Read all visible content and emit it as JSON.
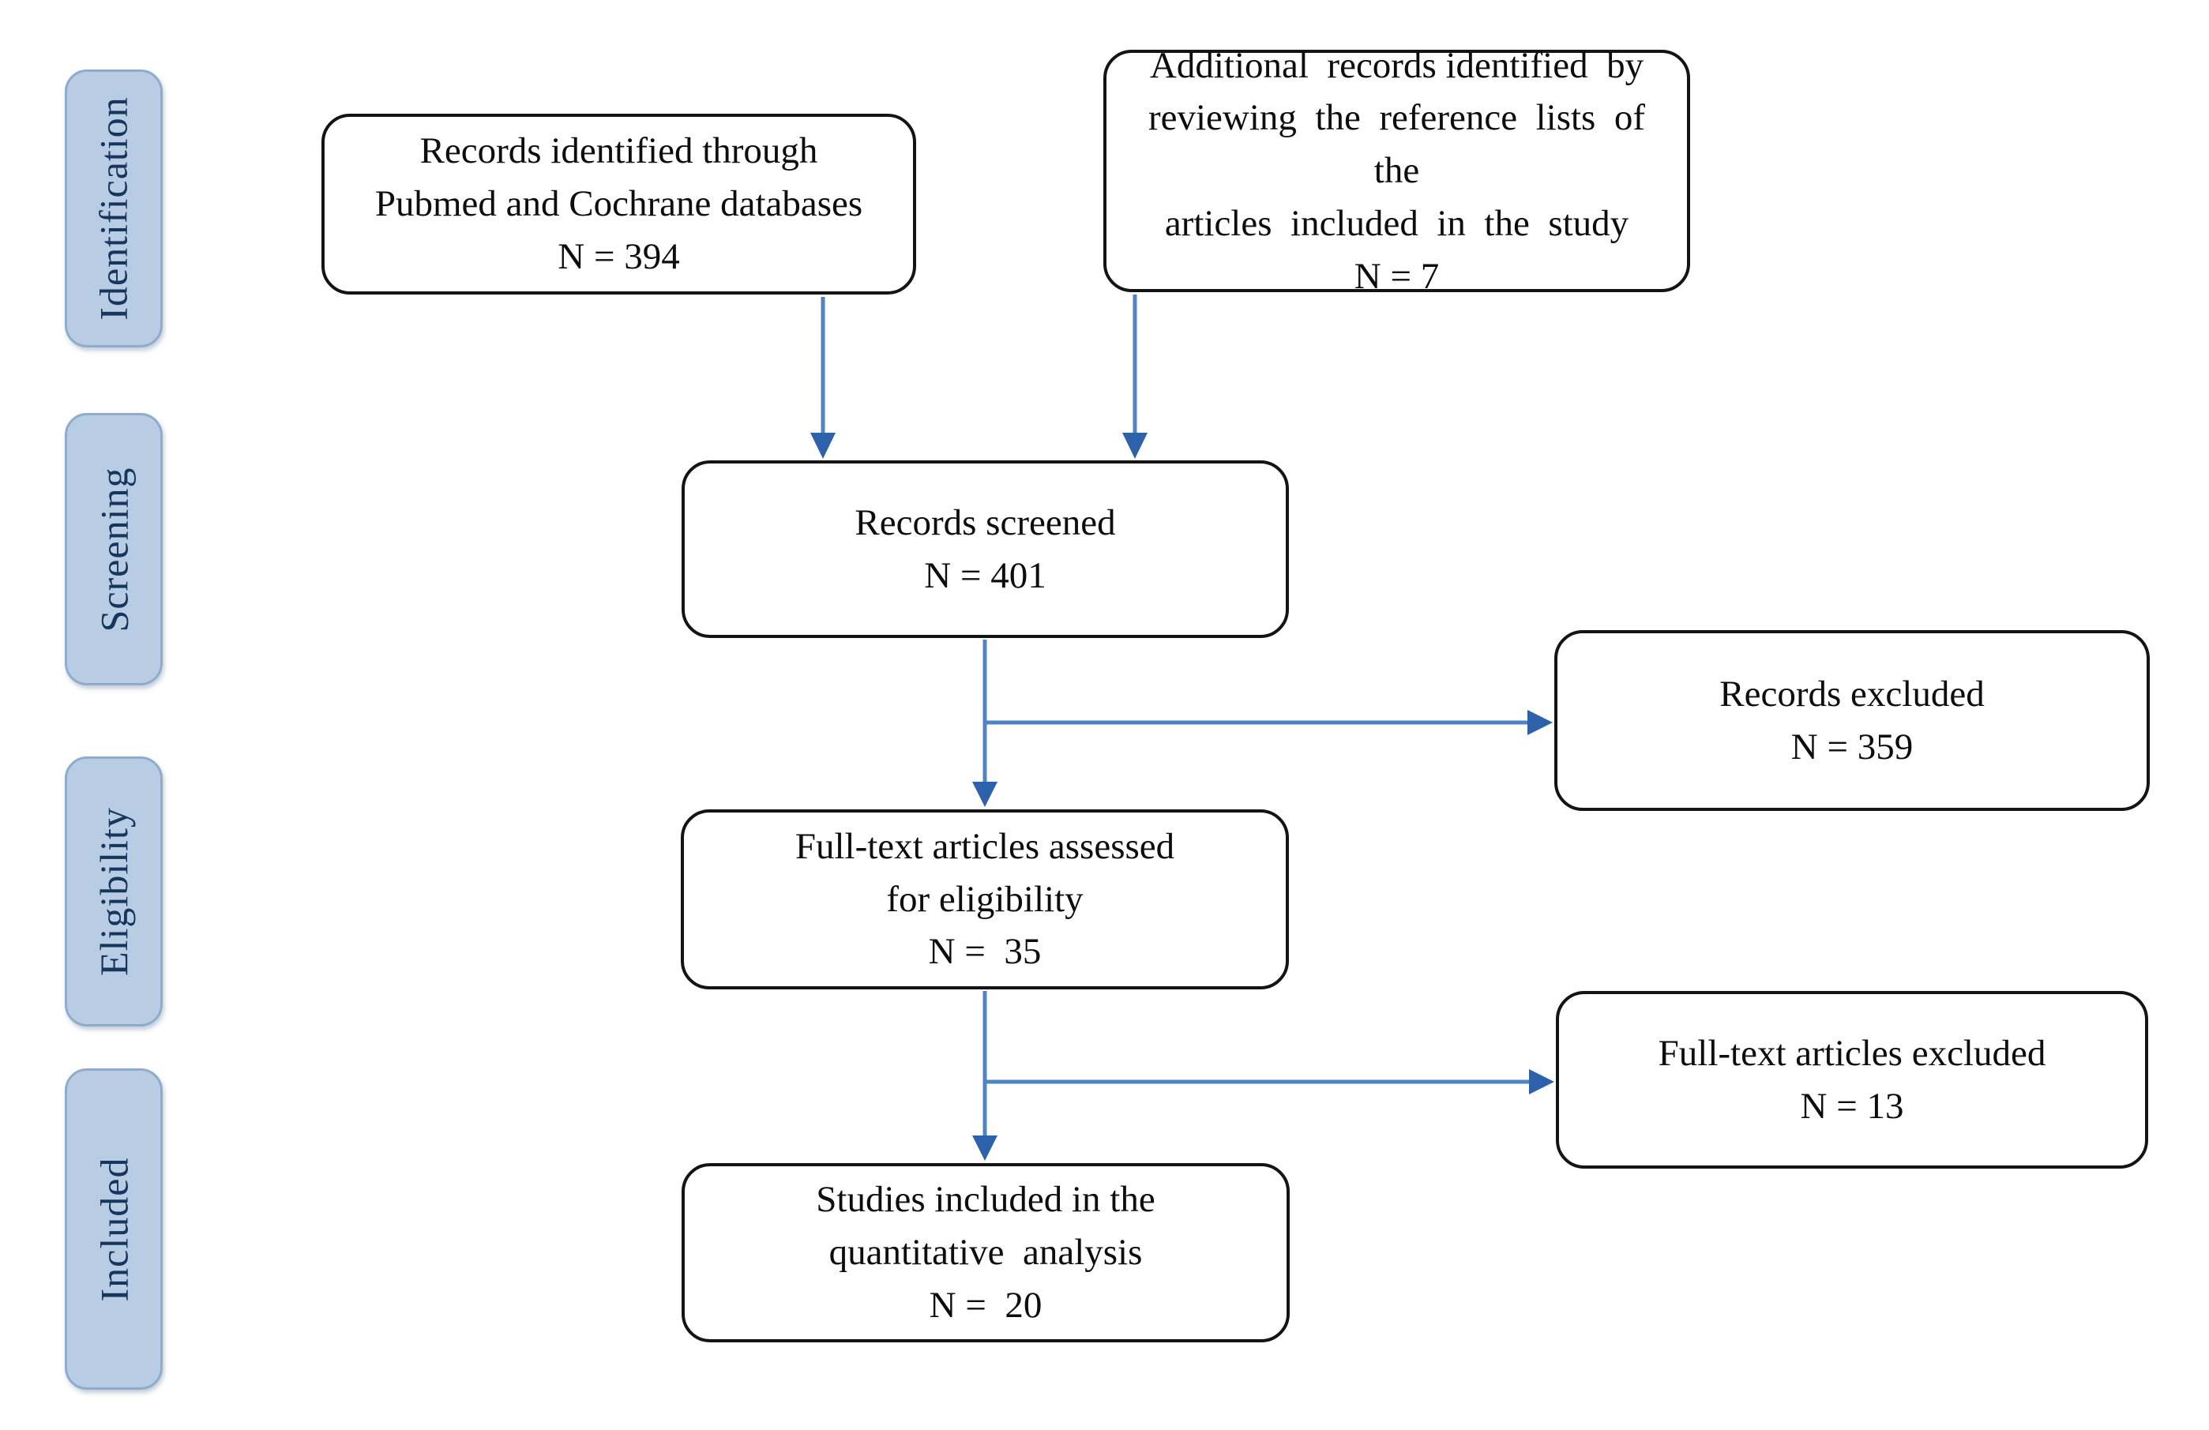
{
  "diagram_type": "prisma-flow-diagram",
  "colors": {
    "background": "#ffffff",
    "stage_fill": "#b8cce4",
    "stage_border": "#8faccd",
    "stage_text": "#17365d",
    "box_fill": "#ffffff",
    "box_border": "#141414",
    "box_text": "#0d0d0d",
    "arrow_stem": "#4f83c4",
    "arrow_head": "#2d62ab"
  },
  "sidebar": {
    "stages": [
      {
        "label": "Identification"
      },
      {
        "label": "Screening"
      },
      {
        "label": "Eligibility"
      },
      {
        "label": "Included"
      }
    ]
  },
  "boxes": [
    {
      "id": "records-identified",
      "lines": [
        "Records identified through",
        "Pubmed and Cochrane databases"
      ],
      "n_label": "N = 394",
      "n": 394
    },
    {
      "id": "additional-records",
      "lines": [
        "Additional  records identified  by",
        "reviewing  the  reference  lists  of the",
        "articles  included  in  the  study"
      ],
      "n_label": "N = 7",
      "n": 7
    },
    {
      "id": "records-screened",
      "lines": [
        "Records screened"
      ],
      "n_label": "N = 401",
      "n": 401
    },
    {
      "id": "records-excluded",
      "lines": [
        "Records excluded"
      ],
      "n_label": "N = 359",
      "n": 359
    },
    {
      "id": "fulltext-assessed",
      "lines": [
        "Full-text articles assessed",
        "for eligibility"
      ],
      "n_label": "N =  35",
      "n": 35
    },
    {
      "id": "fulltext-excluded",
      "lines": [
        "Full-text articles excluded"
      ],
      "n_label": "N = 13",
      "n": 13
    },
    {
      "id": "studies-included",
      "lines": [
        "Studies included in the",
        "quantitative  analysis"
      ],
      "n_label": "N =  20",
      "n": 20
    }
  ],
  "flow": [
    {
      "from": "records-identified",
      "to": "records-screened"
    },
    {
      "from": "additional-records",
      "to": "records-screened"
    },
    {
      "from": "records-screened",
      "to": "fulltext-assessed",
      "branch_to": "records-excluded"
    },
    {
      "from": "fulltext-assessed",
      "to": "studies-included",
      "branch_to": "fulltext-excluded"
    }
  ]
}
